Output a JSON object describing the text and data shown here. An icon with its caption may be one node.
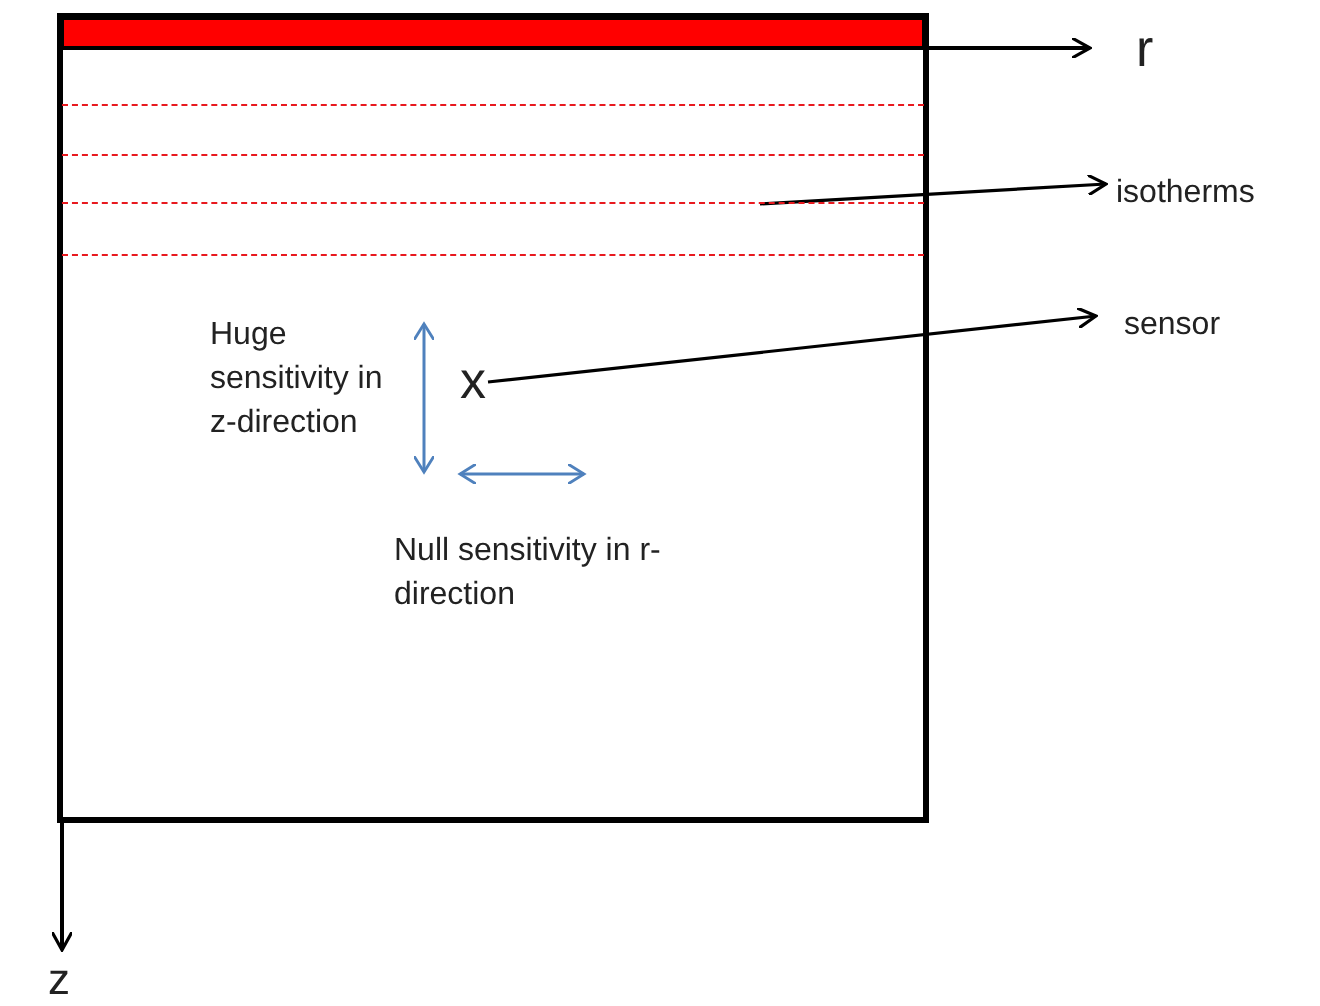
{
  "diagram": {
    "nodes": [
      {
        "text": [
          "isotherms"
        ]
      },
      {
        "text": [],
        "shape": "line"
      },
      {
        "text": [
          "sensor"
        ]
      },
      {
        "text": [
          "x"
        ]
      }
    ],
    "edges": [
      {
        "from": 1,
        "to": 0,
        "arrow": "to"
      },
      {
        "from": 3,
        "to": 2,
        "arrow": "to"
      }
    ],
    "labels": [
      "r",
      "Huge sensitivity in z-direction",
      "Null sensitivity in r-direction",
      "z"
    ]
  }
}
